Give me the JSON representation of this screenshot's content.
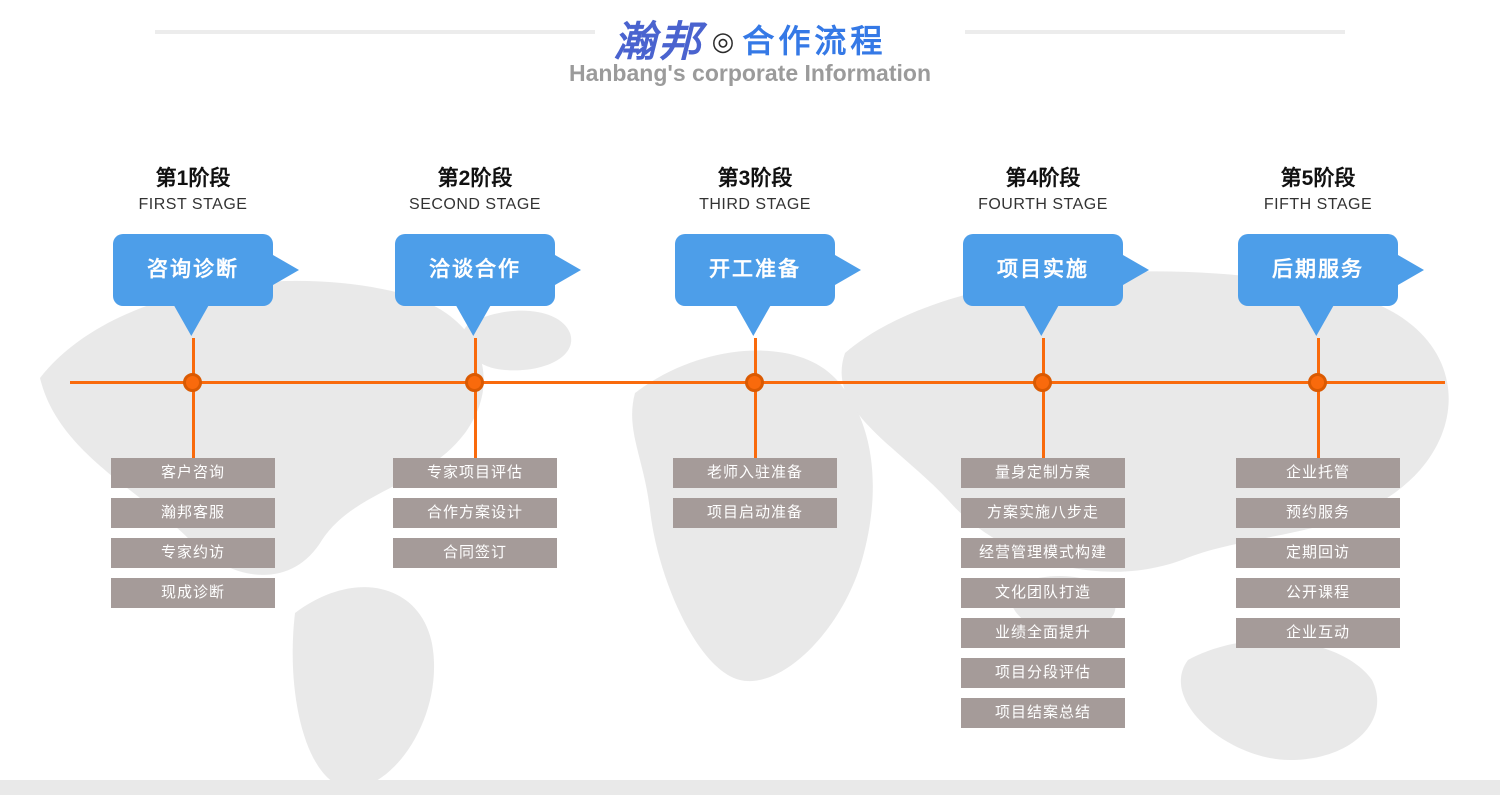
{
  "header": {
    "logo": "瀚邦",
    "logo_symbol": "◎",
    "title": "合作流程",
    "subtitle": "Hanbang's corporate Information"
  },
  "colors": {
    "title_blue": "#3579e6",
    "logo_blue": "#4a63cf",
    "bubble_blue": "#4d9ee9",
    "timeline_orange": "#f96a0c",
    "item_box_gray": "#a59b99",
    "subtitle_gray": "#9b9b9b"
  },
  "stages": [
    {
      "title": "第1阶段",
      "subtitle": "FIRST STAGE",
      "bubble": "咨询诊断",
      "items": [
        "客户咨询",
        "瀚邦客服",
        "专家约访",
        "现成诊断"
      ]
    },
    {
      "title": "第2阶段",
      "subtitle": "SECOND STAGE",
      "bubble": "洽谈合作",
      "items": [
        "专家项目评估",
        "合作方案设计",
        "合同签订"
      ]
    },
    {
      "title": "第3阶段",
      "subtitle": "THIRD STAGE",
      "bubble": "开工准备",
      "items": [
        "老师入驻准备",
        "项目启动准备"
      ]
    },
    {
      "title": "第4阶段",
      "subtitle": "FOURTH STAGE",
      "bubble": "项目实施",
      "items": [
        "量身定制方案",
        "方案实施八步走",
        "经营管理模式构建",
        "文化团队打造",
        "业绩全面提升",
        "项目分段评估",
        "项目结案总结"
      ]
    },
    {
      "title": "第5阶段",
      "subtitle": "FIFTH STAGE",
      "bubble": "后期服务",
      "items": [
        "企业托管",
        "预约服务",
        "定期回访",
        "公开课程",
        "企业互动"
      ]
    }
  ]
}
